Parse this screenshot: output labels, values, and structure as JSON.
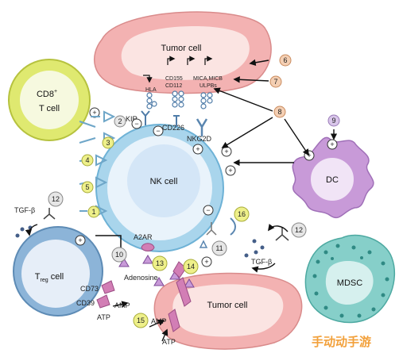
{
  "cells": {
    "tumor_top": "Tumor cell",
    "cd8": [
      "CD8",
      "+",
      "T cell"
    ],
    "nk": "NK cell",
    "dc": "DC",
    "treg": [
      "T",
      "reg",
      " cell"
    ],
    "mdsc": "MDSC",
    "tumor_bottom": "Tumor cell"
  },
  "labels": {
    "hla": "HLA",
    "cd155": "CD155",
    "cd112": "CD112",
    "mica": "MICA,MICB",
    "ulpbs": "ULPBs",
    "kir": "KIR",
    "cd226": "CD226",
    "nkg2d": "NKG2D",
    "tgfb_left": "TGF-β",
    "tgfb_right": "TGF-β",
    "a2ar": "A2AR",
    "adenosine": "Adenosine",
    "cd73": "CD73",
    "cd39": "CD39",
    "amp": "AMP",
    "atp_left": "ATP",
    "amp_bottom": "AMP",
    "atp_bottom": "ATP"
  },
  "numbers": [
    "1",
    "2",
    "3",
    "4",
    "5",
    "6",
    "7",
    "8",
    "9",
    "10",
    "11",
    "12",
    "12",
    "13",
    "14",
    "15",
    "16"
  ],
  "signs": {
    "plus": "+",
    "minus": "−"
  },
  "watermark": "手动动手游",
  "colors": {
    "tumor": "#f3b2b2",
    "tumor_inner": "#fbe4e2",
    "cd8": "#dfe970",
    "nk_ring": "#8ec7e4",
    "nk_inner": "#e9f3fb",
    "dc": "#c89ad8",
    "dc_inner": "#f1e4f6",
    "treg": "#8cb4d8",
    "treg_inner": "#e6eef8",
    "mdsc": "#86cfc9",
    "num_orange": "#f4cfb3",
    "num_purple": "#d9c6ea",
    "num_yellow": "#eef08a",
    "num_gray": "#e6e6e6",
    "receptor": "#5a86b0"
  }
}
